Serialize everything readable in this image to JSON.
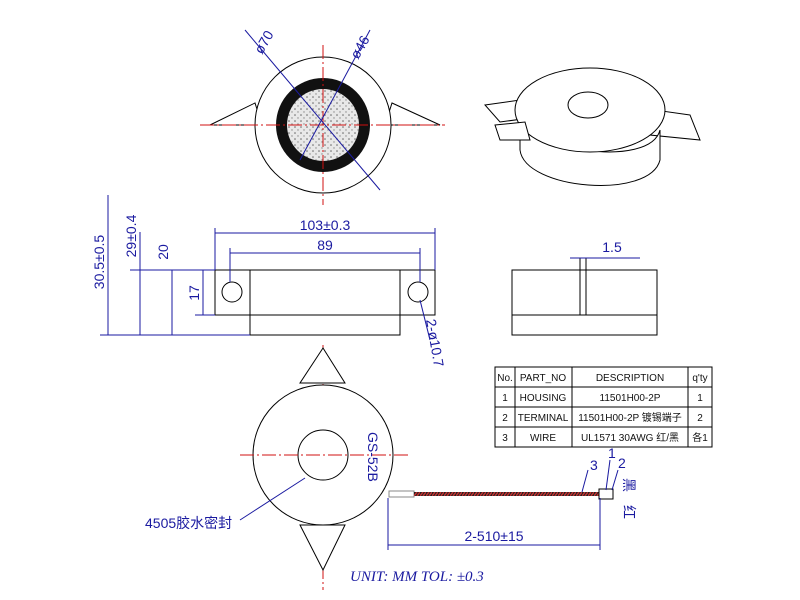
{
  "top_view": {
    "dia_outer": "ø70",
    "dia_inner": "ø46"
  },
  "front_view": {
    "width_overall": "103±0.3",
    "width_inner": "89",
    "height_total": "30.5±0.5",
    "height_body": "29±0.4",
    "height_20": "20",
    "height_17": "17",
    "hole_dia": "2-ø10.7"
  },
  "side_view": {
    "gap": "1.5"
  },
  "bom_table": {
    "headers": [
      "No.",
      "PART_NO",
      "DESCRIPTION",
      "q'ty"
    ],
    "rows": [
      [
        "1",
        "HOUSING",
        "11501H00-2P",
        "1"
      ],
      [
        "2",
        "TERMINAL",
        "11501H00-2P 镀锡端子",
        "2"
      ],
      [
        "3",
        "WIRE",
        "UL1571  30AWG  红/黑",
        "各1"
      ]
    ]
  },
  "bottom_view": {
    "model": "GS-52B",
    "sealant_note": "4505胶水密封",
    "wire_length": "2-510±15",
    "callouts": [
      "1",
      "2",
      "3"
    ],
    "wire_black": "黑",
    "wire_red": "红"
  },
  "footer": {
    "units": "UNIT: MM  TOL: ±0.3"
  },
  "colors": {
    "dimension": "#1a1aa0",
    "centerline": "#d01010",
    "outline": "#000000"
  }
}
